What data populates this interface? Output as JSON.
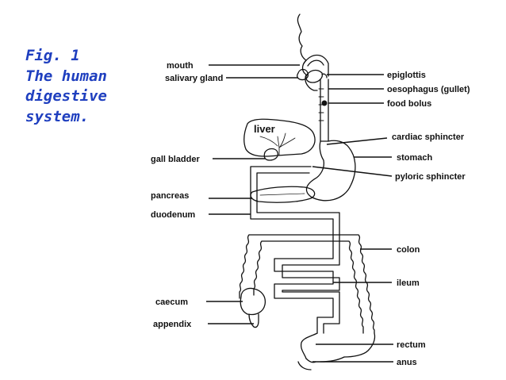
{
  "caption": {
    "line1": "Fig. 1",
    "line2": "The human",
    "line3": "digestive",
    "line4": "system."
  },
  "labels": {
    "mouth": "mouth",
    "salivary_gland": "salivary gland",
    "liver": "liver",
    "gall_bladder": "gall bladder",
    "pancreas": "pancreas",
    "duodenum": "duodenum",
    "caecum": "caecum",
    "appendix": "appendix",
    "epiglottis": "epiglottis",
    "oesophagus": "oesophagus (gullet)",
    "food_bolus": "food bolus",
    "cardiac_sphincter": "cardiac sphincter",
    "stomach": "stomach",
    "pyloric_sphincter": "pyloric sphincter",
    "colon": "colon",
    "ileum": "ileum",
    "rectum": "rectum",
    "anus": "anus"
  },
  "colors": {
    "caption": "#1f3fbf",
    "diagram_ink": "#111111"
  }
}
